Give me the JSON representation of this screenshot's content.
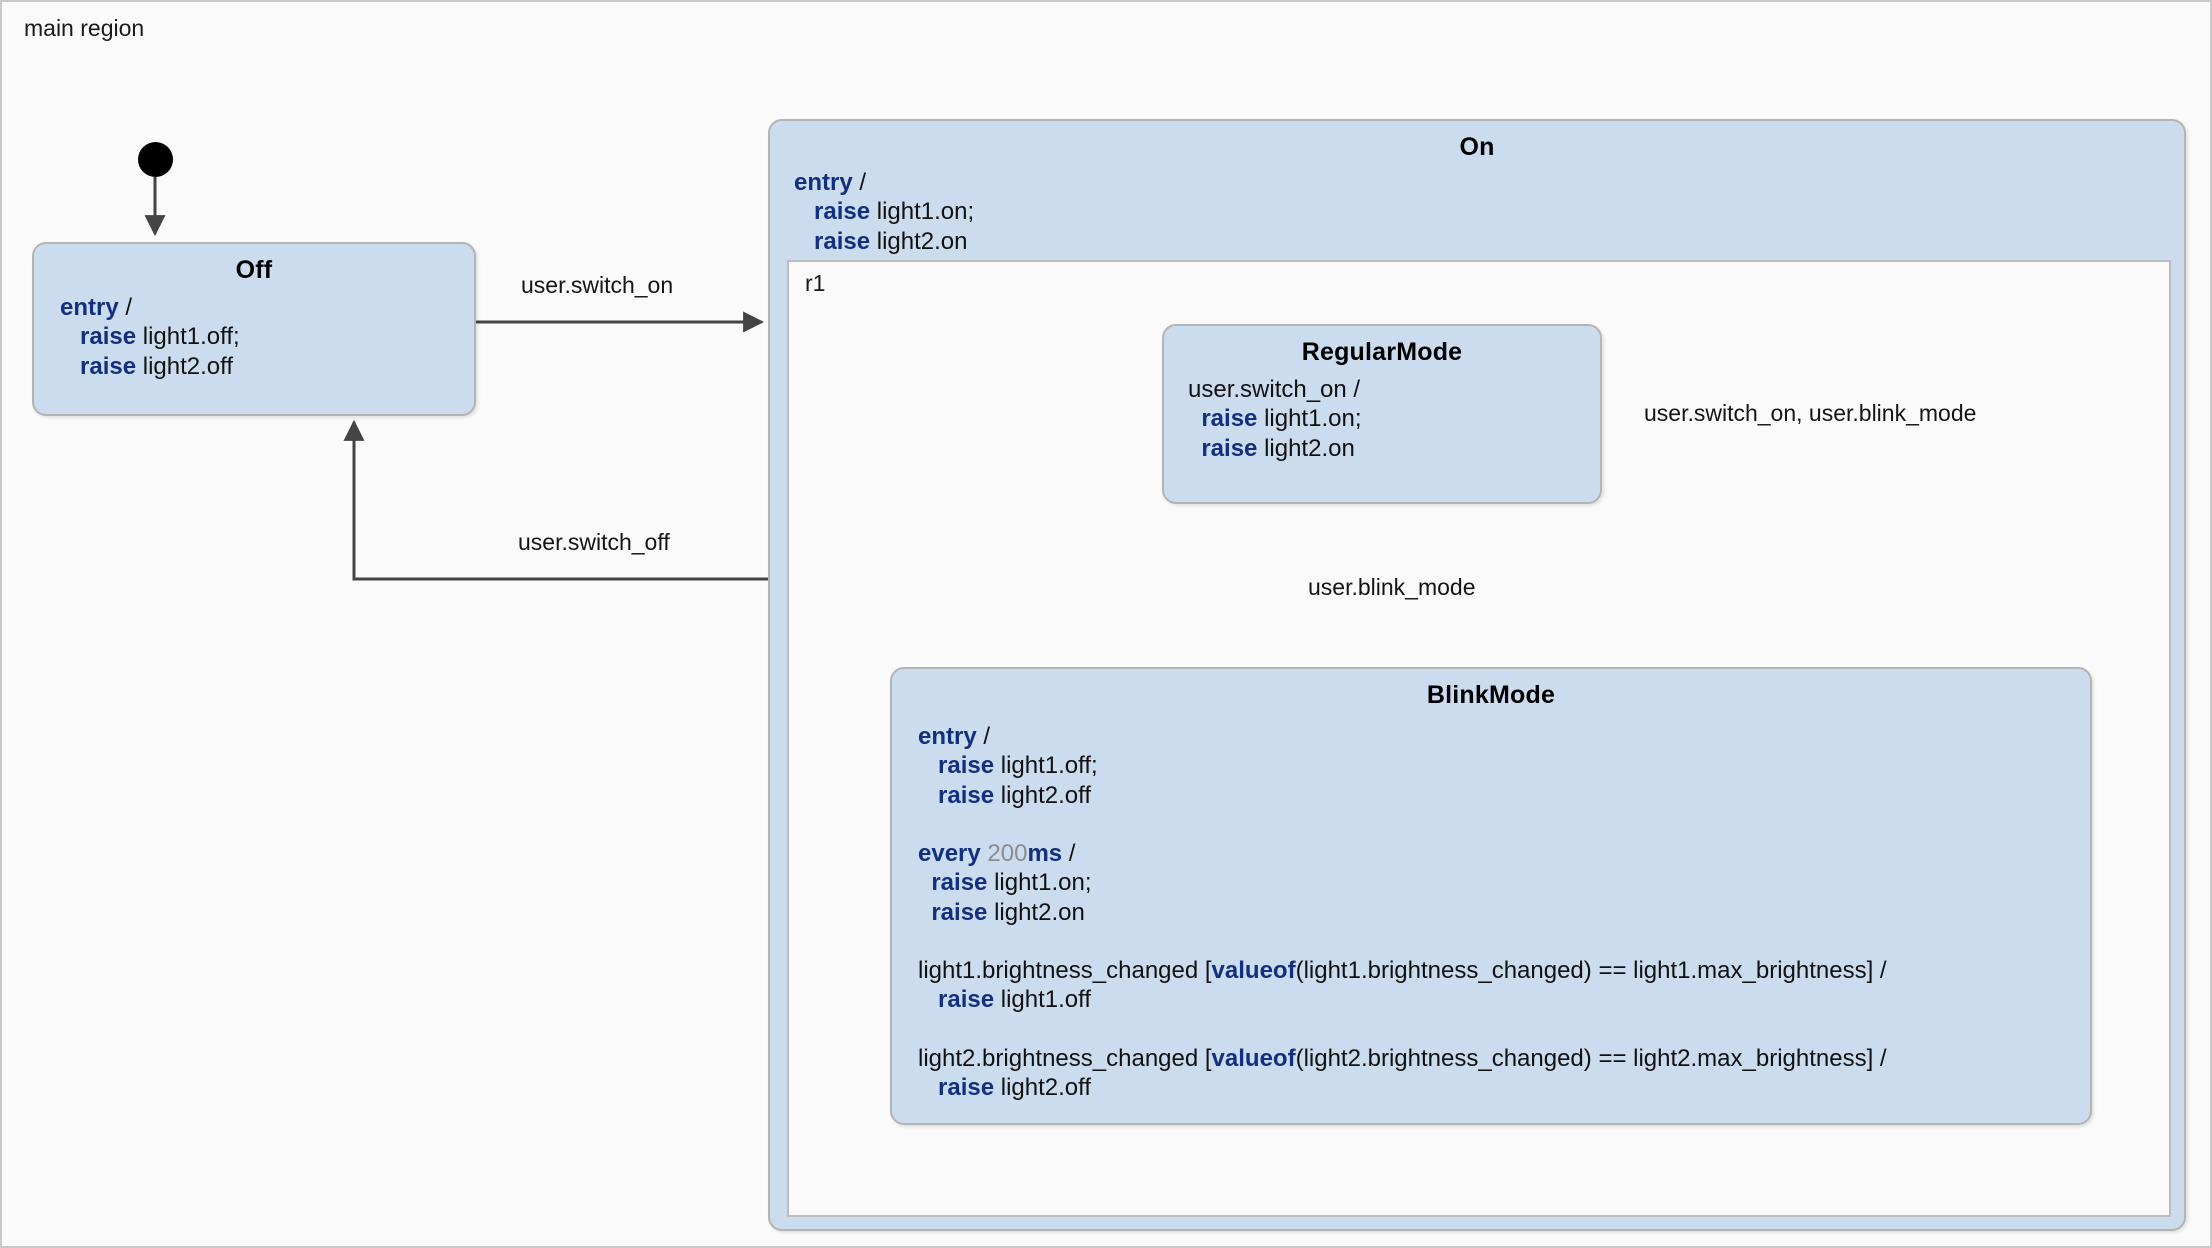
{
  "diagram": {
    "type": "statechart",
    "root_region_label": "main region",
    "colors": {
      "canvas_bg": "#fafafa",
      "state_fill": "#ccdcef",
      "state_border": "#b4b4b4",
      "keyword": "#12307e",
      "number": "#8c8c8c",
      "edge": "#444444",
      "text": "#111111"
    }
  },
  "states": {
    "off": {
      "name": "Off",
      "body_lines": [
        {
          "parts": [
            {
              "t": "entry",
              "style": "kw"
            },
            {
              "t": " /",
              "style": "plain"
            }
          ]
        },
        {
          "parts": [
            {
              "t": "   ",
              "style": "plain"
            },
            {
              "t": "raise",
              "style": "kw"
            },
            {
              "t": " light1.off;",
              "style": "plain"
            }
          ]
        },
        {
          "parts": [
            {
              "t": "   ",
              "style": "plain"
            },
            {
              "t": "raise",
              "style": "kw"
            },
            {
              "t": " light2.off",
              "style": "plain"
            }
          ]
        }
      ]
    },
    "on": {
      "name": "On",
      "body_lines": [
        {
          "parts": [
            {
              "t": "entry",
              "style": "kw"
            },
            {
              "t": " /",
              "style": "plain"
            }
          ]
        },
        {
          "parts": [
            {
              "t": "   ",
              "style": "plain"
            },
            {
              "t": "raise",
              "style": "kw"
            },
            {
              "t": " light1.on;",
              "style": "plain"
            }
          ]
        },
        {
          "parts": [
            {
              "t": "   ",
              "style": "plain"
            },
            {
              "t": "raise",
              "style": "kw"
            },
            {
              "t": " light2.on",
              "style": "plain"
            }
          ]
        }
      ],
      "region_label": "r1"
    },
    "regular_mode": {
      "name": "RegularMode",
      "body_lines": [
        {
          "parts": [
            {
              "t": "user.switch_on /",
              "style": "plain"
            }
          ]
        },
        {
          "parts": [
            {
              "t": "  ",
              "style": "plain"
            },
            {
              "t": "raise",
              "style": "kw"
            },
            {
              "t": " light1.on;",
              "style": "plain"
            }
          ]
        },
        {
          "parts": [
            {
              "t": "  ",
              "style": "plain"
            },
            {
              "t": "raise",
              "style": "kw"
            },
            {
              "t": " light2.on",
              "style": "plain"
            }
          ]
        }
      ]
    },
    "blink_mode": {
      "name": "BlinkMode",
      "body_lines": [
        {
          "parts": [
            {
              "t": "entry",
              "style": "kw"
            },
            {
              "t": " /",
              "style": "plain"
            }
          ]
        },
        {
          "parts": [
            {
              "t": "   ",
              "style": "plain"
            },
            {
              "t": "raise",
              "style": "kw"
            },
            {
              "t": " light1.off;",
              "style": "plain"
            }
          ]
        },
        {
          "parts": [
            {
              "t": "   ",
              "style": "plain"
            },
            {
              "t": "raise",
              "style": "kw"
            },
            {
              "t": " light2.off",
              "style": "plain"
            }
          ]
        },
        {
          "parts": [
            {
              "t": " ",
              "style": "plain"
            }
          ]
        },
        {
          "parts": [
            {
              "t": "every",
              "style": "kw"
            },
            {
              "t": " ",
              "style": "plain"
            },
            {
              "t": "200",
              "style": "num"
            },
            {
              "t": "ms",
              "style": "kw"
            },
            {
              "t": " /",
              "style": "plain"
            }
          ]
        },
        {
          "parts": [
            {
              "t": "  ",
              "style": "plain"
            },
            {
              "t": "raise",
              "style": "kw"
            },
            {
              "t": " light1.on;",
              "style": "plain"
            }
          ]
        },
        {
          "parts": [
            {
              "t": "  ",
              "style": "plain"
            },
            {
              "t": "raise",
              "style": "kw"
            },
            {
              "t": " light2.on",
              "style": "plain"
            }
          ]
        },
        {
          "parts": [
            {
              "t": " ",
              "style": "plain"
            }
          ]
        },
        {
          "parts": [
            {
              "t": "light1.brightness_changed [",
              "style": "plain"
            },
            {
              "t": "valueof",
              "style": "kw"
            },
            {
              "t": "(light1.brightness_changed) == light1.max_brightness] /",
              "style": "plain"
            }
          ]
        },
        {
          "parts": [
            {
              "t": "   ",
              "style": "plain"
            },
            {
              "t": "raise",
              "style": "kw"
            },
            {
              "t": " light1.off",
              "style": "plain"
            }
          ]
        },
        {
          "parts": [
            {
              "t": " ",
              "style": "plain"
            }
          ]
        },
        {
          "parts": [
            {
              "t": "light2.brightness_changed [",
              "style": "plain"
            },
            {
              "t": "valueof",
              "style": "kw"
            },
            {
              "t": "(light2.brightness_changed) == light2.max_brightness] /",
              "style": "plain"
            }
          ]
        },
        {
          "parts": [
            {
              "t": "   ",
              "style": "plain"
            },
            {
              "t": "raise",
              "style": "kw"
            },
            {
              "t": " light2.off",
              "style": "plain"
            }
          ]
        }
      ]
    }
  },
  "transitions": [
    {
      "id": "off-to-on",
      "label": "user.switch_on",
      "from": "Off",
      "to": "On"
    },
    {
      "id": "on-to-off",
      "label": "user.switch_off",
      "from": "On",
      "to": "Off"
    },
    {
      "id": "regular-to-blink",
      "label": "user.blink_mode",
      "from": "RegularMode",
      "to": "BlinkMode"
    },
    {
      "id": "blink-to-regular",
      "label": "user.switch_on, user.blink_mode",
      "from": "BlinkMode",
      "to": "RegularMode"
    }
  ],
  "initial_nodes": [
    {
      "id": "main-initial",
      "target": "Off"
    },
    {
      "id": "r1-initial",
      "target": "RegularMode"
    }
  ]
}
